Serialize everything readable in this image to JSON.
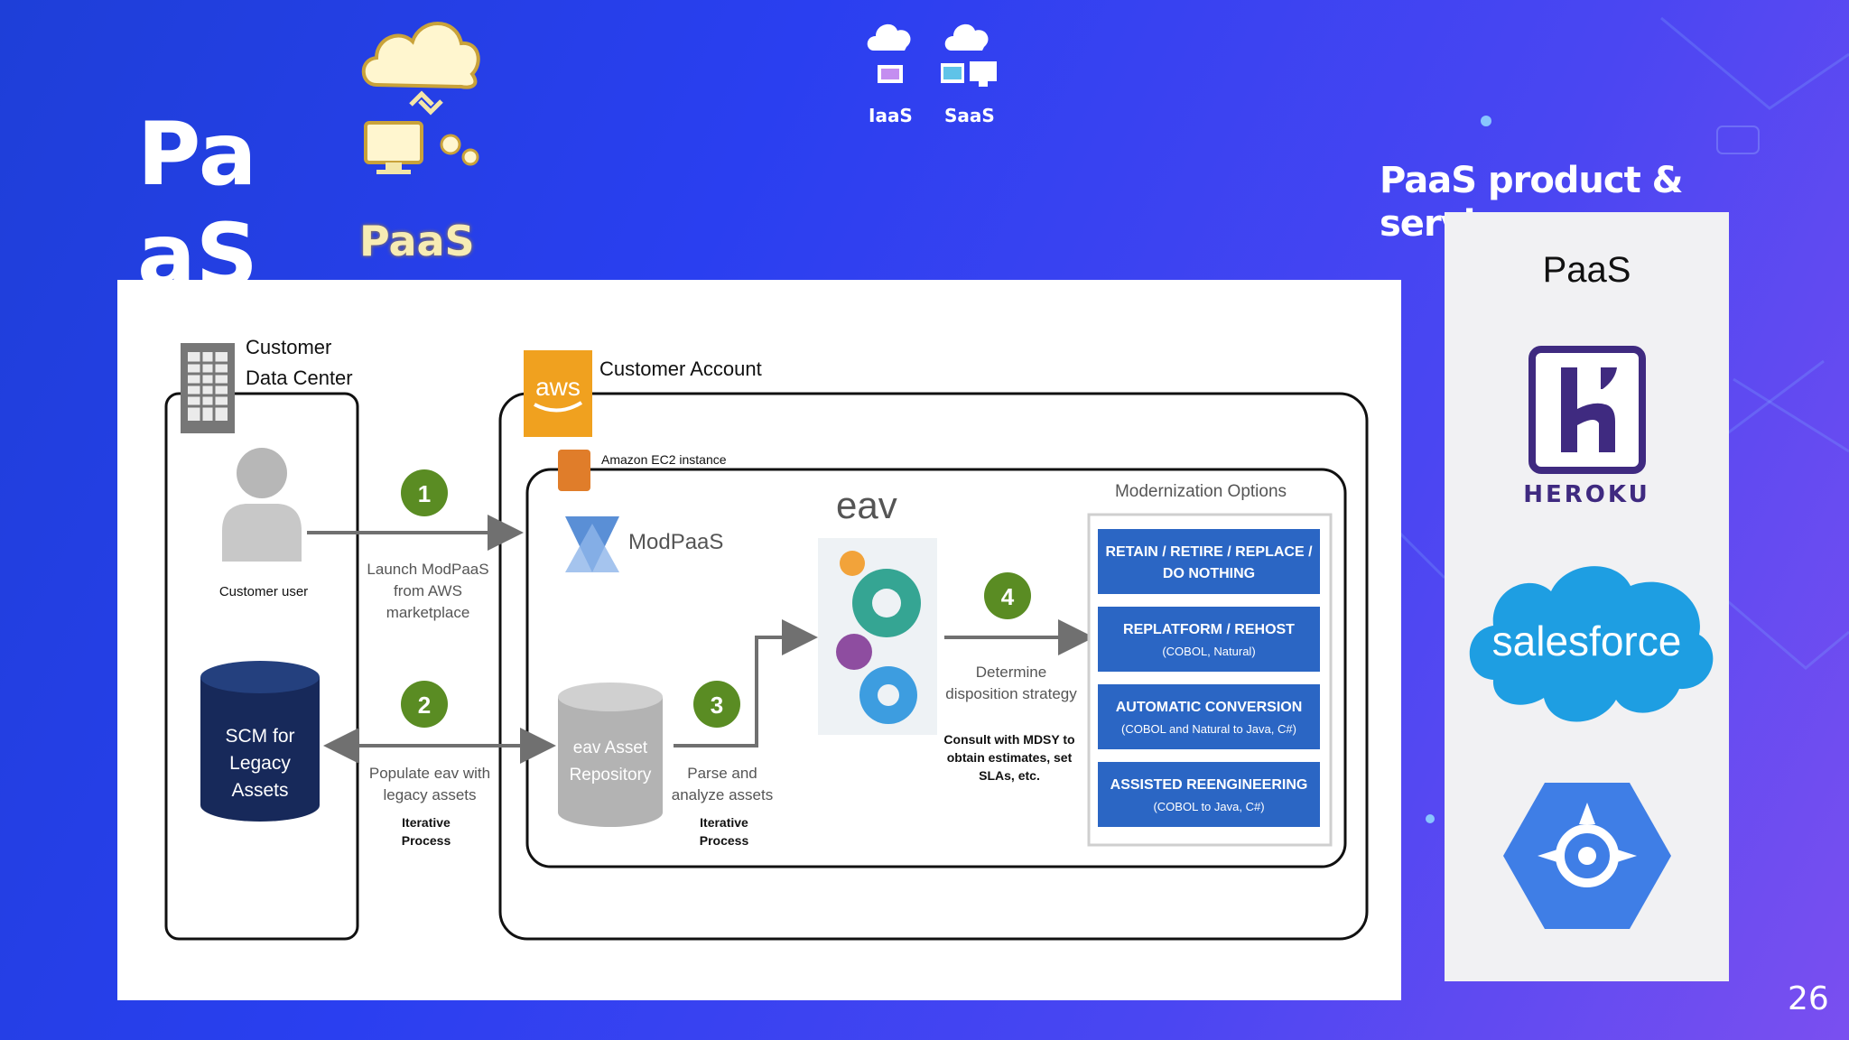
{
  "slide": {
    "title": "PaaS",
    "paas_label": "PaaS",
    "iaas_label": "IaaS",
    "saas_label": "SaaS",
    "products_title": "PaaS product & services",
    "slide_number": "26"
  },
  "diagram": {
    "customer_dc_title_1": "Customer",
    "customer_dc_title_2": "Data Center",
    "customer_user": "Customer user",
    "scm_line1": "SCM for",
    "scm_line2": "Legacy",
    "scm_line3": "Assets",
    "customer_account": "Customer Account",
    "aws_logo": "aws",
    "ec2_label": "Amazon EC2 instance",
    "modpaas": "ModPaaS",
    "eav_logo": "eav",
    "step1": "1",
    "step1_line1": "Launch ModPaaS",
    "step1_line2": "from AWS",
    "step1_line3": "marketplace",
    "step2": "2",
    "step2_line1": "Populate eav with",
    "step2_line2": "legacy assets",
    "step2_iter1": "Iterative",
    "step2_iter2": "Process",
    "step3": "3",
    "step3_line1": "Parse and",
    "step3_line2": "analyze assets",
    "step3_iter1": "Iterative",
    "step3_iter2": "Process",
    "step4": "4",
    "step4_line1": "Determine",
    "step4_line2": "disposition strategy",
    "step4_note1": "Consult with MDSY to",
    "step4_note2": "obtain estimates, set",
    "step4_note3": "SLAs, etc.",
    "repo_line1": "eav Asset",
    "repo_line2": "Repository",
    "mod_title": "Modernization Options",
    "options": [
      {
        "line1": "RETAIN / RETIRE / REPLACE /",
        "line2": "DO NOTHING"
      },
      {
        "line1": "REPLATFORM / REHOST",
        "line2": "(COBOL, Natural)"
      },
      {
        "line1": "AUTOMATIC CONVERSION",
        "line2": "(COBOL and Natural to Java, C#)"
      },
      {
        "line1": "ASSISTED REENGINEERING",
        "line2": "(COBOL to Java, C#)"
      }
    ]
  },
  "products": {
    "header": "PaaS",
    "heroku": "HEROKU",
    "salesforce": "salesforce"
  },
  "colors": {
    "green_step": "#5a8c23",
    "option_blue": "#2b66c4",
    "aws_orange": "#f0a11f",
    "navy": "#1a2c5c"
  },
  "icons": [
    "cloud-icon",
    "monitor-icon",
    "gears-icon",
    "building-icon",
    "user-icon",
    "database-icon",
    "aws-icon",
    "ec2-icon",
    "modpaas-icon",
    "gears-graphic-icon",
    "heroku-icon",
    "salesforce-icon",
    "app-engine-icon"
  ]
}
